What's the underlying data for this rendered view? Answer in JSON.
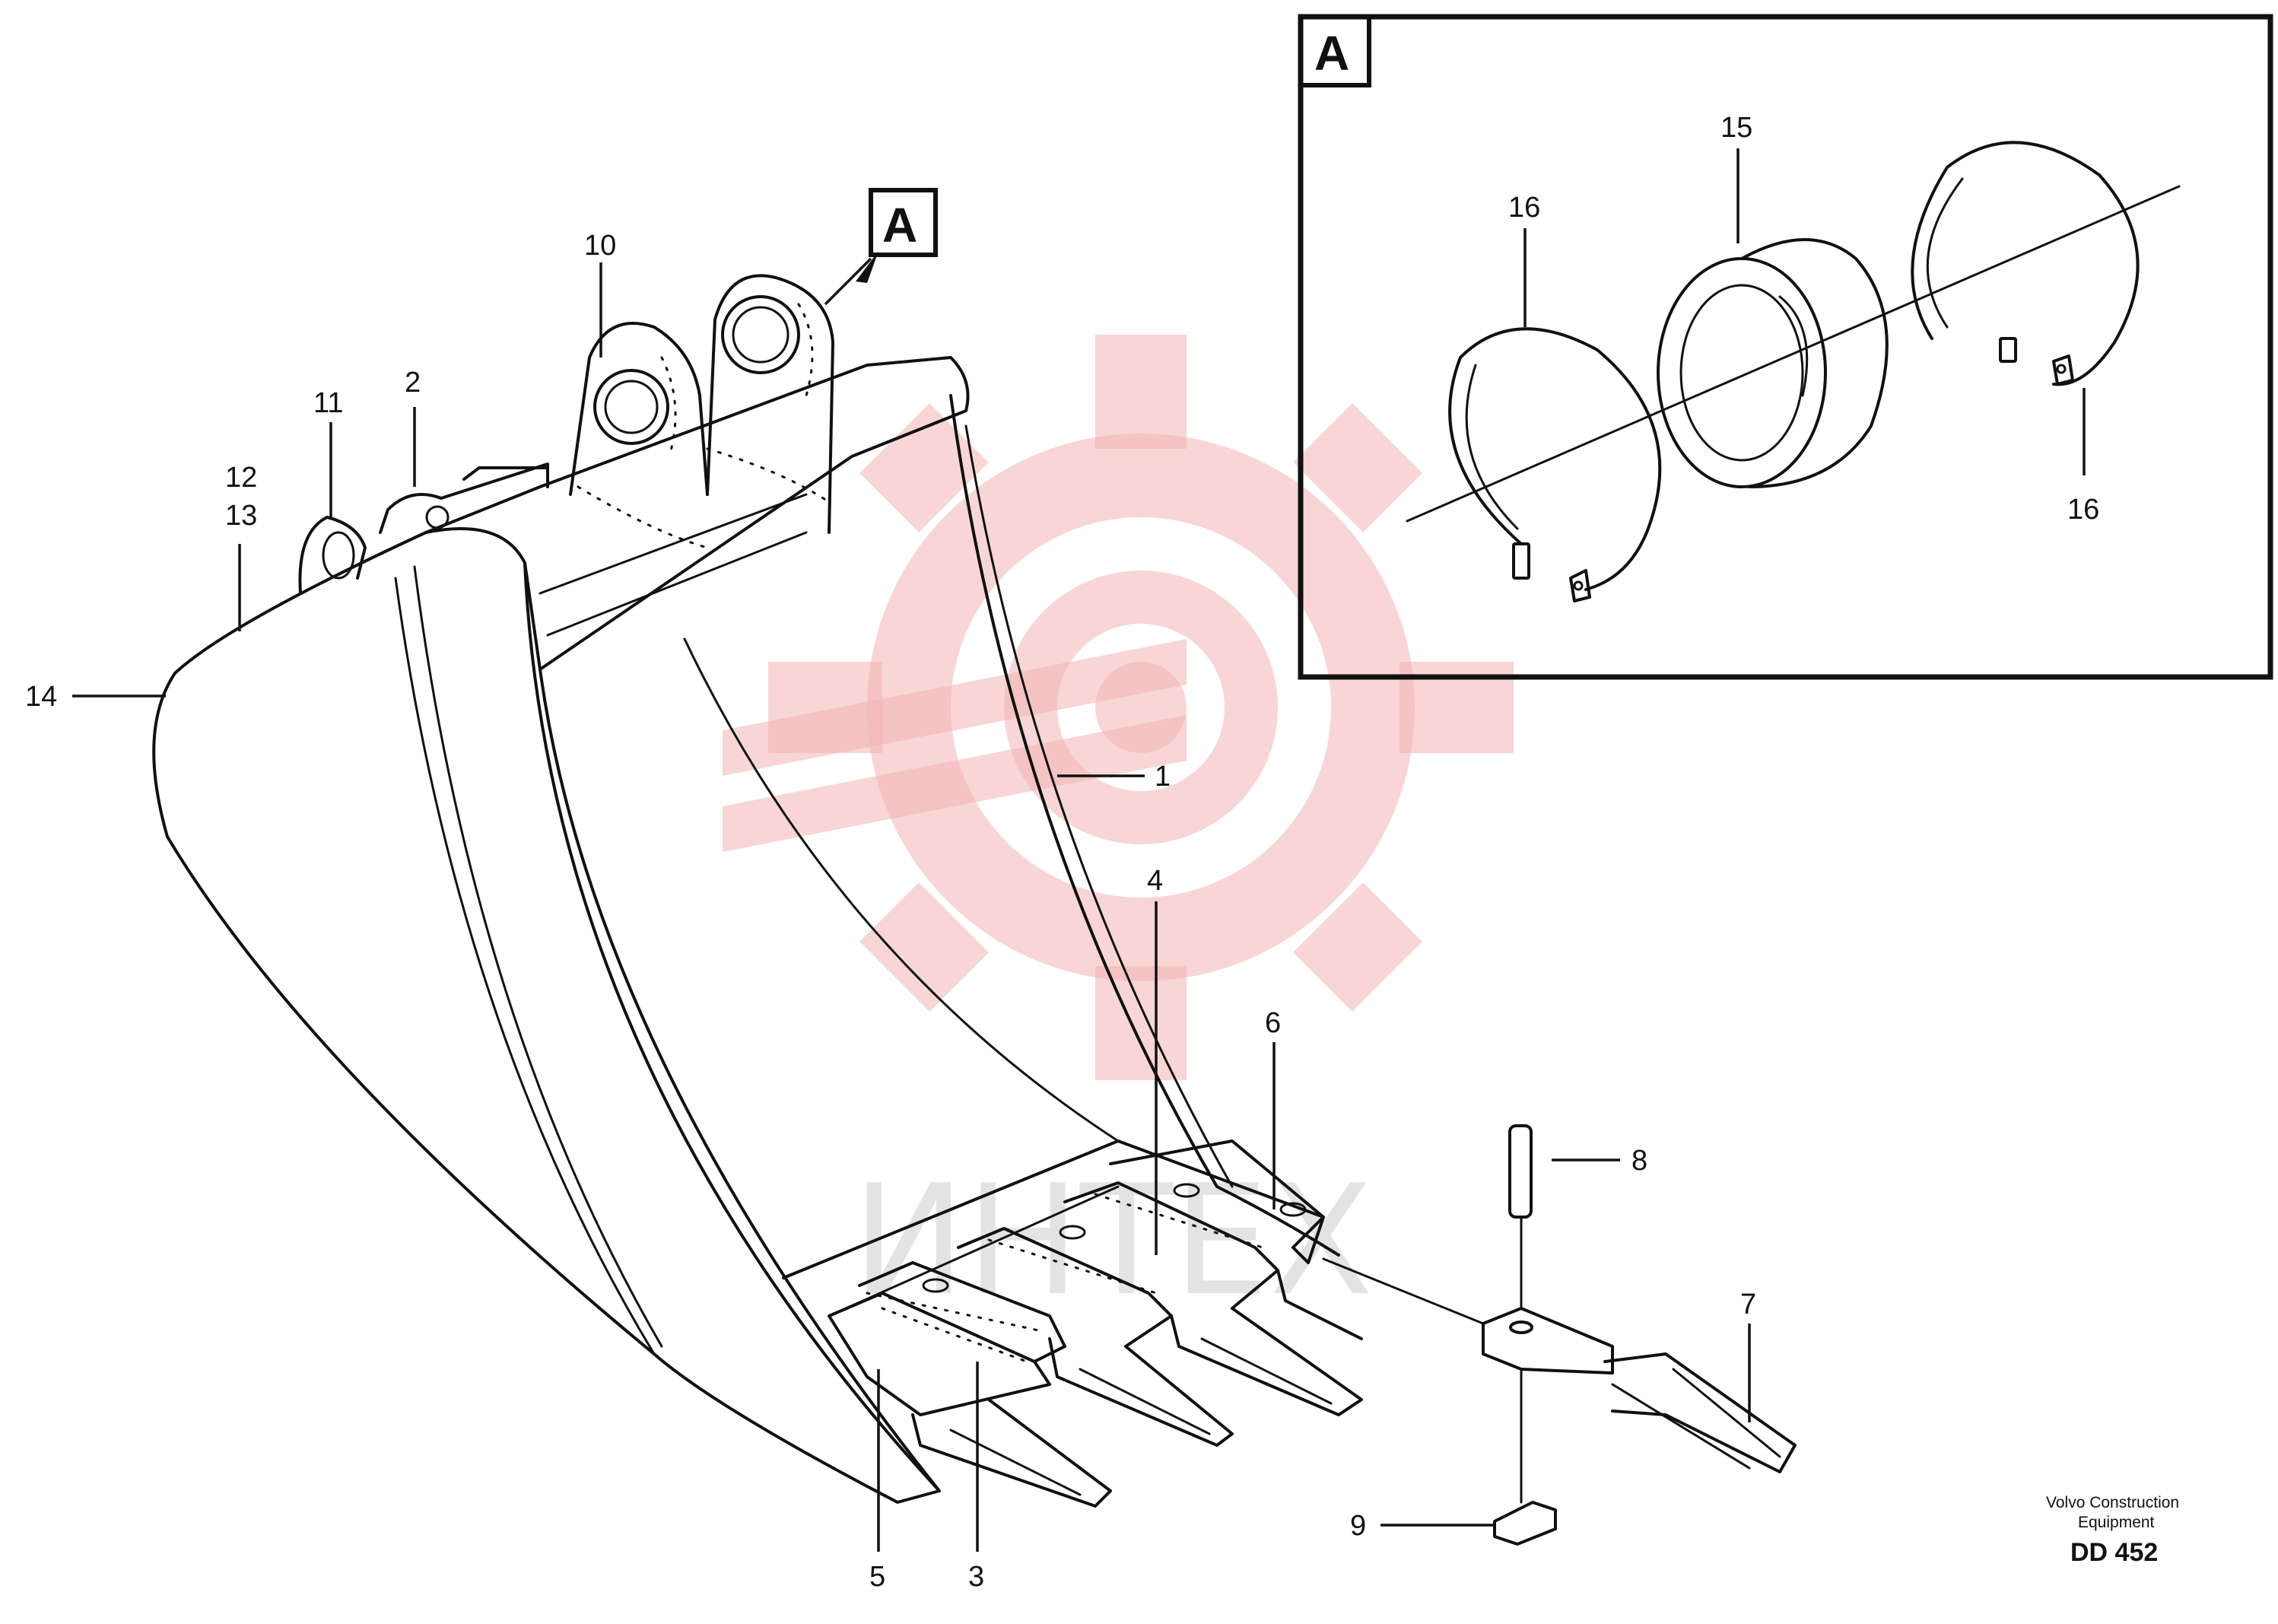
{
  "callouts": {
    "c1": "1",
    "c2": "2",
    "c3": "3",
    "c4": "4",
    "c5": "5",
    "c6": "6",
    "c7": "7",
    "c8": "8",
    "c9": "9",
    "c10": "10",
    "c11": "11",
    "c12": "12",
    "c13": "13",
    "c14": "14",
    "c15": "15",
    "c16a": "16",
    "c16b": "16"
  },
  "detail": {
    "label": "A",
    "pointer_label": "A"
  },
  "watermark": {
    "text": "ИНТЕХ",
    "color": "#f2b4b4"
  },
  "footer": {
    "brand_line1": "Volvo Construction",
    "brand_line2": "Equipment",
    "code": "DD 452"
  }
}
